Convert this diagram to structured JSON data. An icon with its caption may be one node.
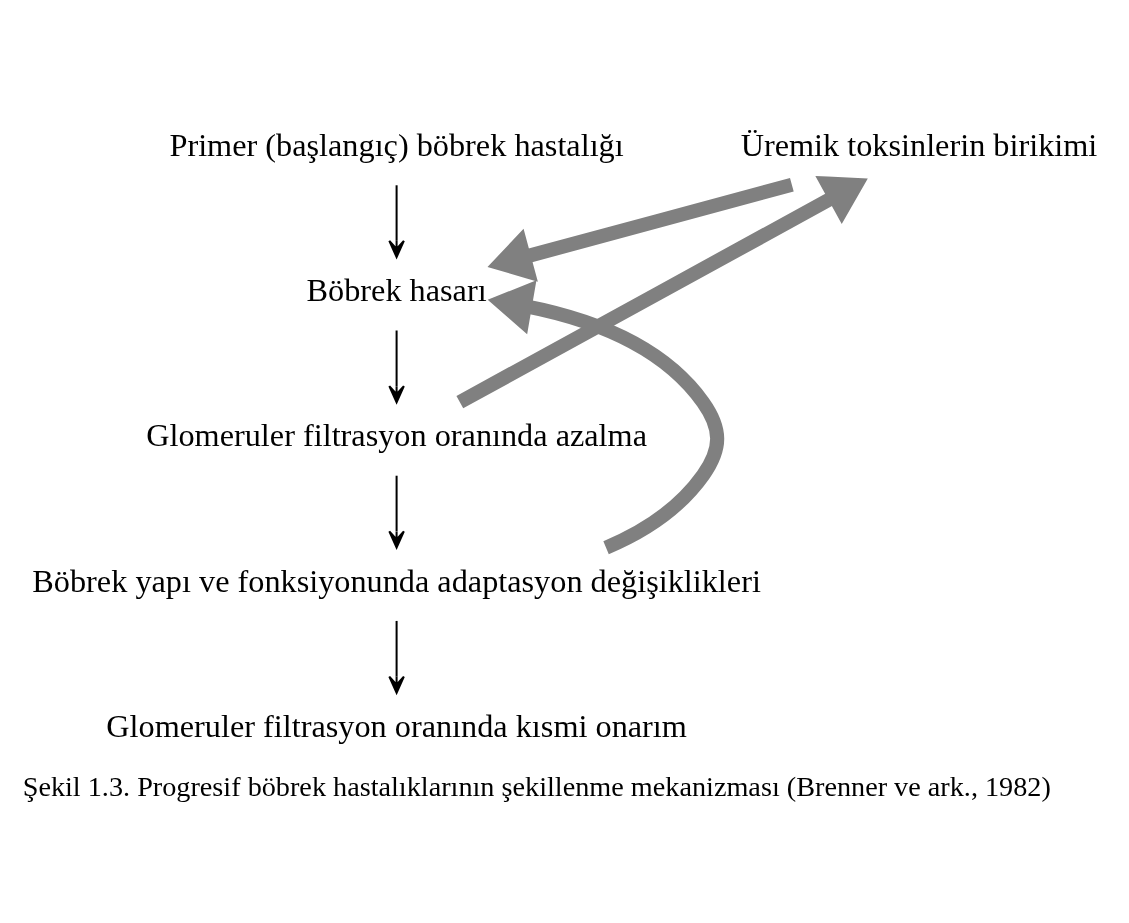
{
  "diagram": {
    "caption": "Şekil 1.3. Progresif böbrek hastalıklarının şekillenme mekanizması (Brenner ve ark., 1982)",
    "nodes": [
      {
        "text": [
          "Primer (başlangıç) böbrek hastalığı"
        ]
      },
      {
        "text": [
          "Böbrek hasarı"
        ]
      },
      {
        "text": [
          "Üremik toksinlerin birikimi"
        ]
      },
      {
        "text": [
          "Glomeruler filtrasyon oranında azalma"
        ]
      },
      {
        "text": [
          "Böbrek yapı ve fonksiyonunda adaptasyon değişiklikleri"
        ]
      },
      {
        "text": [
          "Glomeruler filtrasyon oranında kısmi onarım"
        ]
      }
    ],
    "edges": [
      {
        "from": 0,
        "to": 1,
        "arrow": "to"
      },
      {
        "from": 1,
        "to": 3,
        "arrow": "to"
      },
      {
        "from": 3,
        "to": 2,
        "arrow": "to",
        "style": "thick",
        "color": "#808080"
      },
      {
        "from": 2,
        "to": 1,
        "arrow": "to",
        "style": "thick",
        "color": "#808080"
      },
      {
        "from": 3,
        "to": 4,
        "arrow": "to"
      },
      {
        "from": 4,
        "to": 1,
        "arrow": "to",
        "style": "thick",
        "color": "#808080"
      },
      {
        "from": 4,
        "to": 5,
        "arrow": "to"
      }
    ]
  }
}
